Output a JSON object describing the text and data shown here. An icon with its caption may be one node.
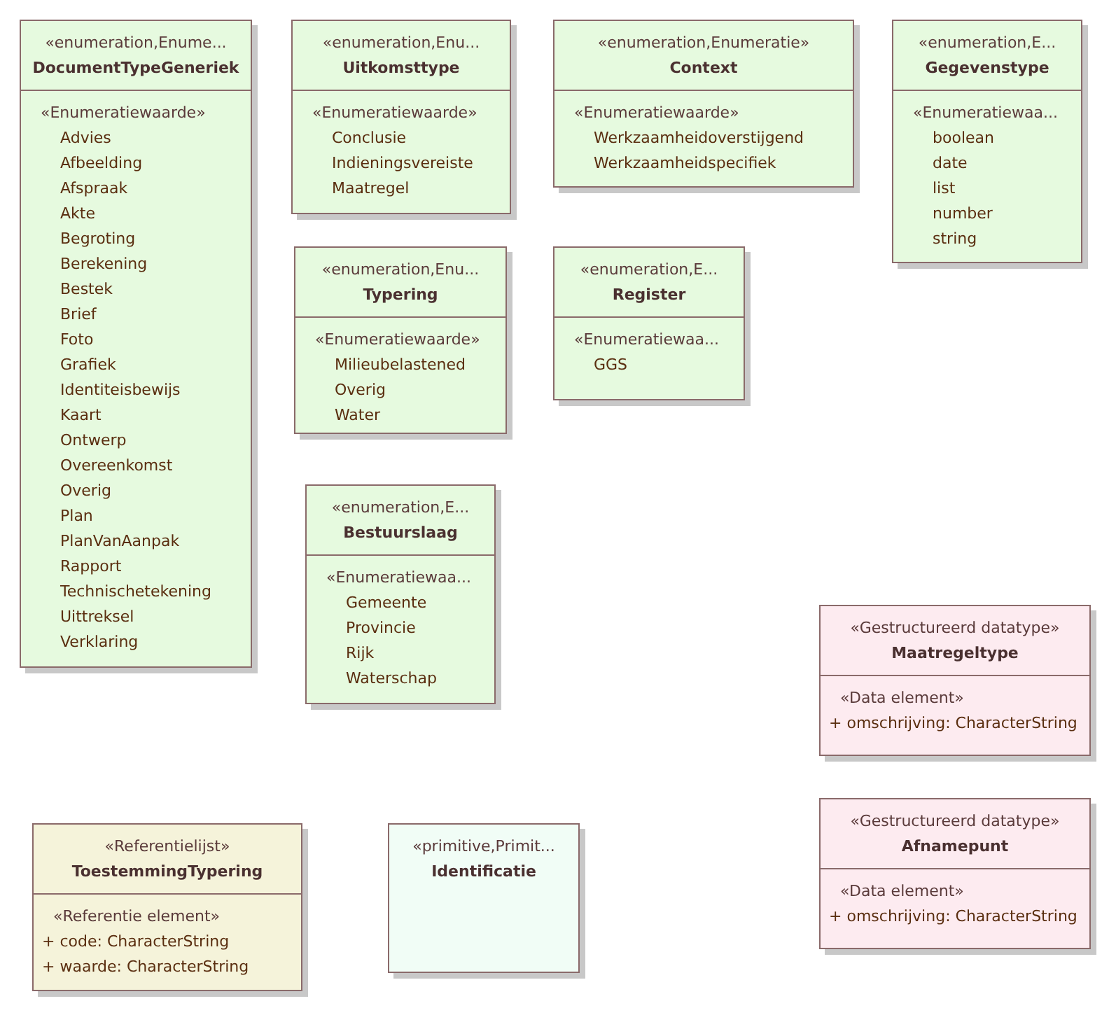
{
  "diagram": {
    "nodes": [
      {
        "text": [
          "«enumeration,Enume...",
          "DocumentTypeGeneriek",
          "«Enumeratiewaarde»",
          "Advies",
          "Afbeelding",
          "Afspraak",
          "Akte",
          "Begroting",
          "Berekening",
          "Bestek",
          "Brief",
          "Foto",
          "Grafiek",
          "Identiteisbewijs",
          "Kaart",
          "Ontwerp",
          "Overeenkomst",
          "Overig",
          "Plan",
          "PlanVanAanpak",
          "Rapport",
          "Technischetekening",
          "Uittreksel",
          "Verklaring"
        ]
      },
      {
        "text": [
          "«enumeration,Enu...",
          "Uitkomsttype",
          "«Enumeratiewaarde»",
          "Conclusie",
          "Indieningsvereiste",
          "Maatregel"
        ]
      },
      {
        "text": [
          "«enumeration,Enumeratie»",
          "Context",
          "«Enumeratiewaarde»",
          "Werkzaamheidoverstijgend",
          "Werkzaamheidspecifiek"
        ]
      },
      {
        "text": [
          "«enumeration,E...",
          "Gegevenstype",
          "«Enumeratiewaa...",
          "boolean",
          "date",
          "list",
          "number",
          "string"
        ]
      },
      {
        "text": [
          "«enumeration,Enu...",
          "Typering",
          "«Enumeratiewaarde»",
          "Milieubelastened",
          "Overig",
          "Water"
        ]
      },
      {
        "text": [
          "«enumeration,E...",
          "Register",
          "«Enumeratiewaa...",
          "GGS"
        ]
      },
      {
        "text": [
          "«enumeration,E...",
          "Bestuurslaag",
          "«Enumeratiewaa...",
          "Gemeente",
          "Provincie",
          "Rijk",
          "Waterschap"
        ]
      },
      {
        "text": [
          "«Gestructureerd datatype»",
          "Maatregeltype",
          "«Data element»",
          "+ omschrijving: CharacterString"
        ]
      },
      {
        "text": [
          "«Referentielijst»",
          "ToestemmingTypering",
          "«Referentie element»",
          "+ code: CharacterString",
          "+ waarde: CharacterString"
        ]
      },
      {
        "text": [
          "«primitive,Primit...",
          "Identificatie"
        ]
      },
      {
        "text": [
          "«Gestructureerd datatype»",
          "Afnamepunt",
          "«Data element»",
          "+ omschrijving: CharacterString"
        ]
      }
    ]
  }
}
